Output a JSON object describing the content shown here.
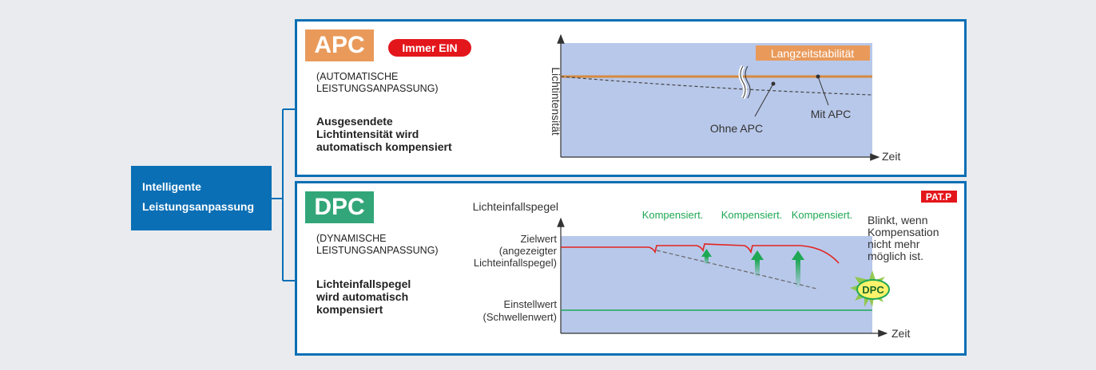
{
  "smart_box": {
    "line1": "Intelligente",
    "line2": "Leistungsanpassung"
  },
  "apc": {
    "badge": "APC",
    "always_on": "Immer EIN",
    "subtitle_line1": "(AUTOMATISCHE",
    "subtitle_line2": "LEISTUNGSANPASSUNG)",
    "desc_line1": "Ausgesendete",
    "desc_line2": "Lichtintensität wird",
    "desc_line3": "automatisch kompensiert",
    "chart": {
      "ylabel": "Lichtintensität",
      "xlabel": "Zeit",
      "stability_label": "Langzeitstabilität",
      "without_label": "Ohne APC",
      "with_label": "Mit APC"
    }
  },
  "dpc": {
    "badge": "DPC",
    "subtitle_line1": "(DYNAMISCHE",
    "subtitle_line2": "LEISTUNGSANPASSUNG)",
    "desc_line1": "Lichteinfallspegel",
    "desc_line2": "wird automatisch",
    "desc_line3": "kompensiert",
    "patent": "PAT.P",
    "chart": {
      "ylabel": "Lichteinfallspegel",
      "xlabel": "Zeit",
      "target_line1": "Zielwert",
      "target_line2": "(angezeigter",
      "target_line3": "Lichteinfallspegel)",
      "setting_line1": "Einstellwert",
      "setting_line2": "(Schwellenwert)",
      "compensated": [
        "Kompensiert.",
        "Kompensiert.",
        "Kompensiert."
      ],
      "blink_lines": [
        "Blinkt, wenn",
        "Kompensation",
        "nicht mehr",
        "möglich ist."
      ],
      "indicator": "DPC"
    }
  },
  "colors": {
    "frame_blue": "#0a6fb5",
    "apc_orange": "#e99a5b",
    "dpc_green": "#32a678",
    "chart_bg": "#b8c8ea",
    "target_red": "#e2241f",
    "green_text": "#1fa854",
    "indicator_green": "#8cc63f"
  }
}
